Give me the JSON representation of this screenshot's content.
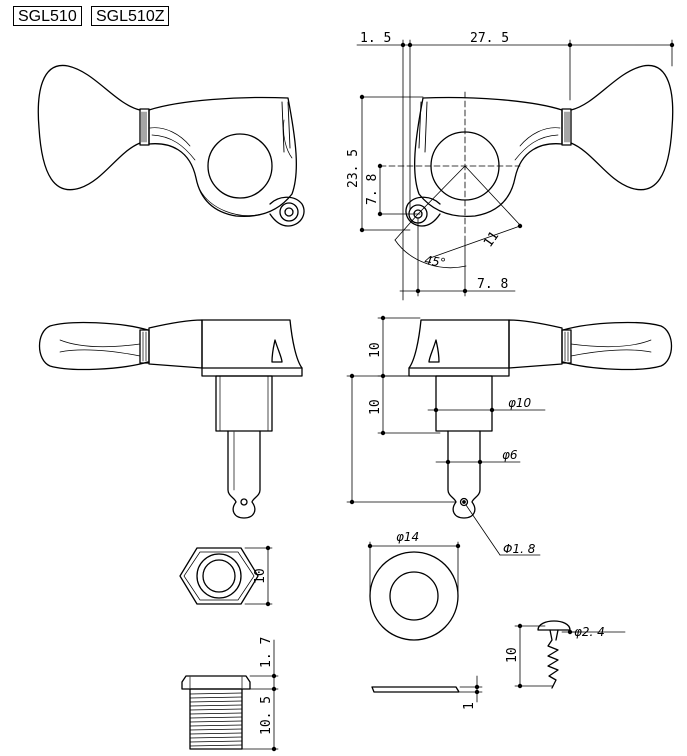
{
  "model_labels": [
    "SGL510",
    "SGL510Z"
  ],
  "dimensions": {
    "top_offset": "1. 5",
    "total_width": "27. 5",
    "body_height": "23. 5",
    "post_offset_v": "7. 8",
    "post_offset_h": "7. 8",
    "screw_distance": "11",
    "angle": "45°",
    "housing_height": "10",
    "post_length": "10",
    "post_diameter": "φ10",
    "shaft_diameter": "φ6",
    "hole_diameter": "Φ1. 8",
    "bushing_diameter": "φ14",
    "nut_height": "10",
    "flange_thickness": "1. 7",
    "thread_length": "10. 5",
    "washer_thickness": "1",
    "screw_diameter": "φ2. 4",
    "screw_length": "10"
  }
}
